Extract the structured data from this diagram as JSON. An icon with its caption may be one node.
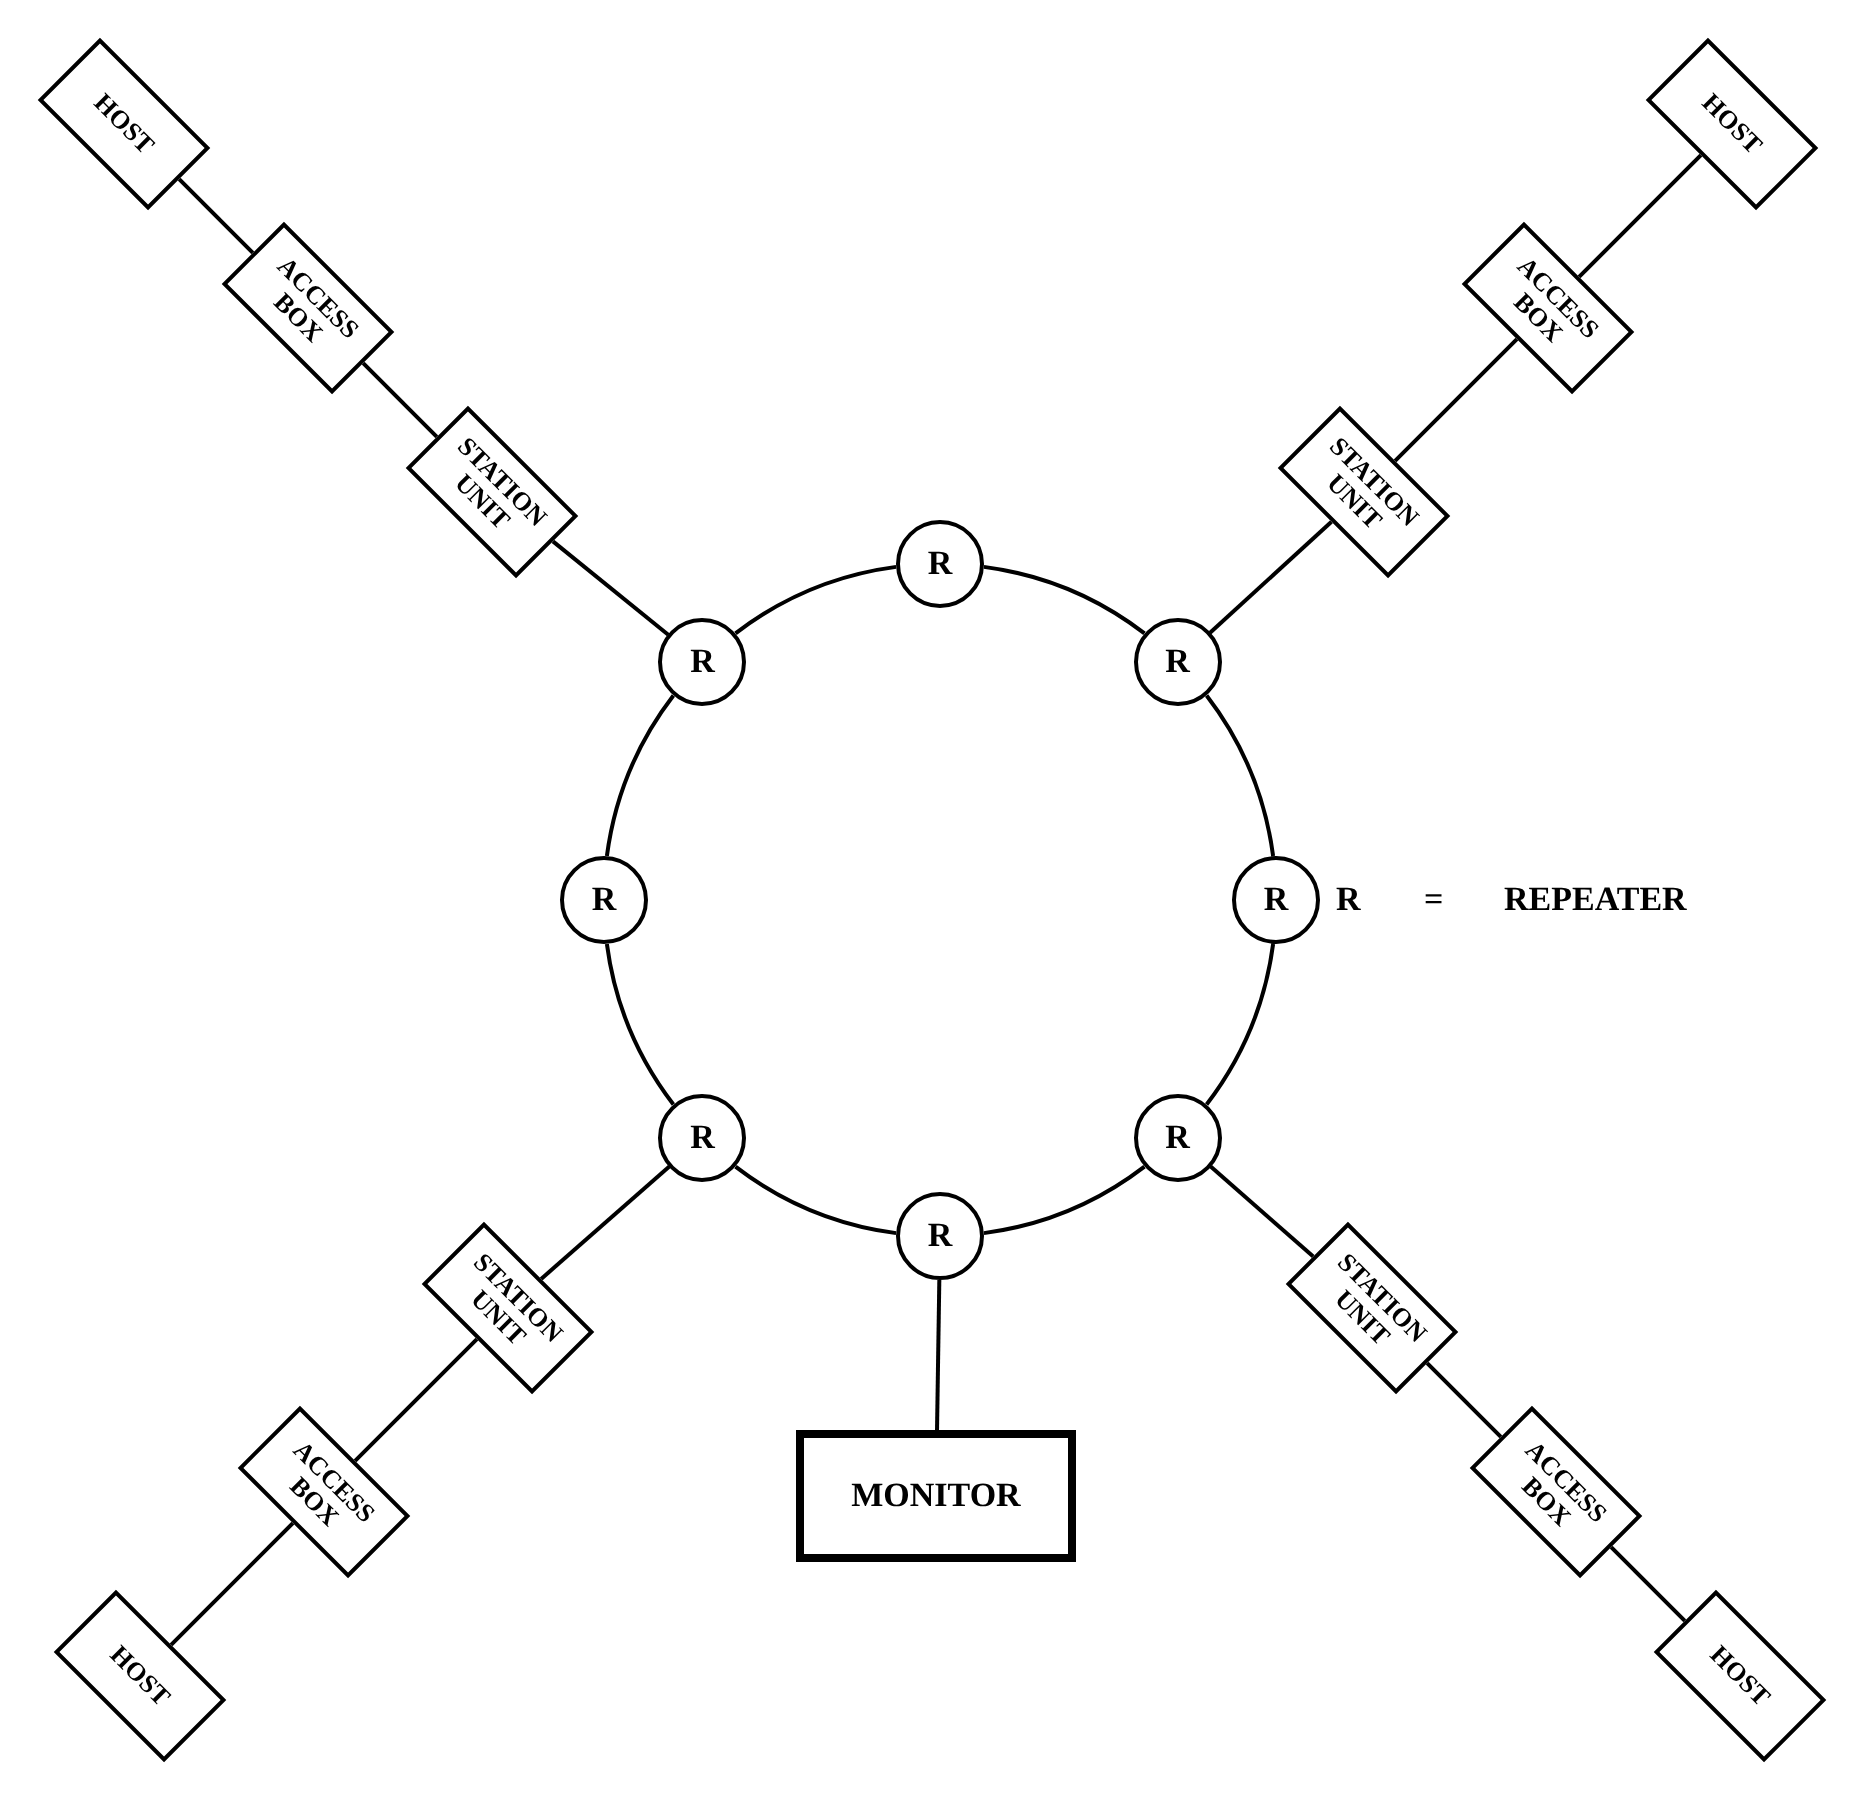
{
  "diagram": {
    "nodes": [
      {
        "text": [
          "R"
        ]
      },
      {
        "text": [
          "R"
        ]
      },
      {
        "text": [
          "R"
        ]
      },
      {
        "text": [
          "R"
        ]
      },
      {
        "text": [
          "R"
        ]
      },
      {
        "text": [
          "R"
        ]
      },
      {
        "text": [
          "R"
        ]
      },
      {
        "text": [
          "R"
        ]
      },
      {
        "text": [
          "HOST"
        ]
      },
      {
        "text": [
          "ACCESS BOX"
        ]
      },
      {
        "text": [
          "STATION UNIT"
        ]
      },
      {
        "text": [
          "HOST"
        ]
      },
      {
        "text": [
          "ACCESS BOX"
        ]
      },
      {
        "text": [
          "STATION UNIT"
        ]
      },
      {
        "text": [
          "STATION UNIT"
        ]
      },
      {
        "text": [
          "ACCESS BOX"
        ]
      },
      {
        "text": [
          "HOST"
        ]
      },
      {
        "text": [
          "STATION UNIT"
        ]
      },
      {
        "text": [
          "ACCESS BOX"
        ]
      },
      {
        "text": [
          "HOST"
        ]
      },
      {
        "text": [
          "MONITOR"
        ]
      }
    ],
    "edges": [
      {
        "from": 0,
        "to": 1,
        "arrow": "none"
      },
      {
        "from": 1,
        "to": 2,
        "arrow": "none"
      },
      {
        "from": 2,
        "to": 3,
        "arrow": "none"
      },
      {
        "from": 3,
        "to": 4,
        "arrow": "none"
      },
      {
        "from": 4,
        "to": 5,
        "arrow": "none"
      },
      {
        "from": 5,
        "to": 6,
        "arrow": "none"
      },
      {
        "from": 6,
        "to": 7,
        "arrow": "none"
      },
      {
        "from": 7,
        "to": 0,
        "arrow": "none"
      },
      {
        "from": 8,
        "to": 9,
        "arrow": "none"
      },
      {
        "from": 9,
        "to": 10,
        "arrow": "none"
      },
      {
        "from": 10,
        "to": 7,
        "arrow": "none"
      },
      {
        "from": 11,
        "to": 12,
        "arrow": "none"
      },
      {
        "from": 12,
        "to": 13,
        "arrow": "none"
      },
      {
        "from": 13,
        "to": 1,
        "arrow": "none"
      },
      {
        "from": 5,
        "to": 14,
        "arrow": "none"
      },
      {
        "from": 14,
        "to": 15,
        "arrow": "none"
      },
      {
        "from": 15,
        "to": 16,
        "arrow": "none"
      },
      {
        "from": 3,
        "to": 17,
        "arrow": "none"
      },
      {
        "from": 17,
        "to": 18,
        "arrow": "none"
      },
      {
        "from": 18,
        "to": 19,
        "arrow": "none"
      },
      {
        "from": 4,
        "to": 20,
        "arrow": "none"
      }
    ],
    "labels": [
      "R",
      "=",
      "REPEATER"
    ]
  }
}
